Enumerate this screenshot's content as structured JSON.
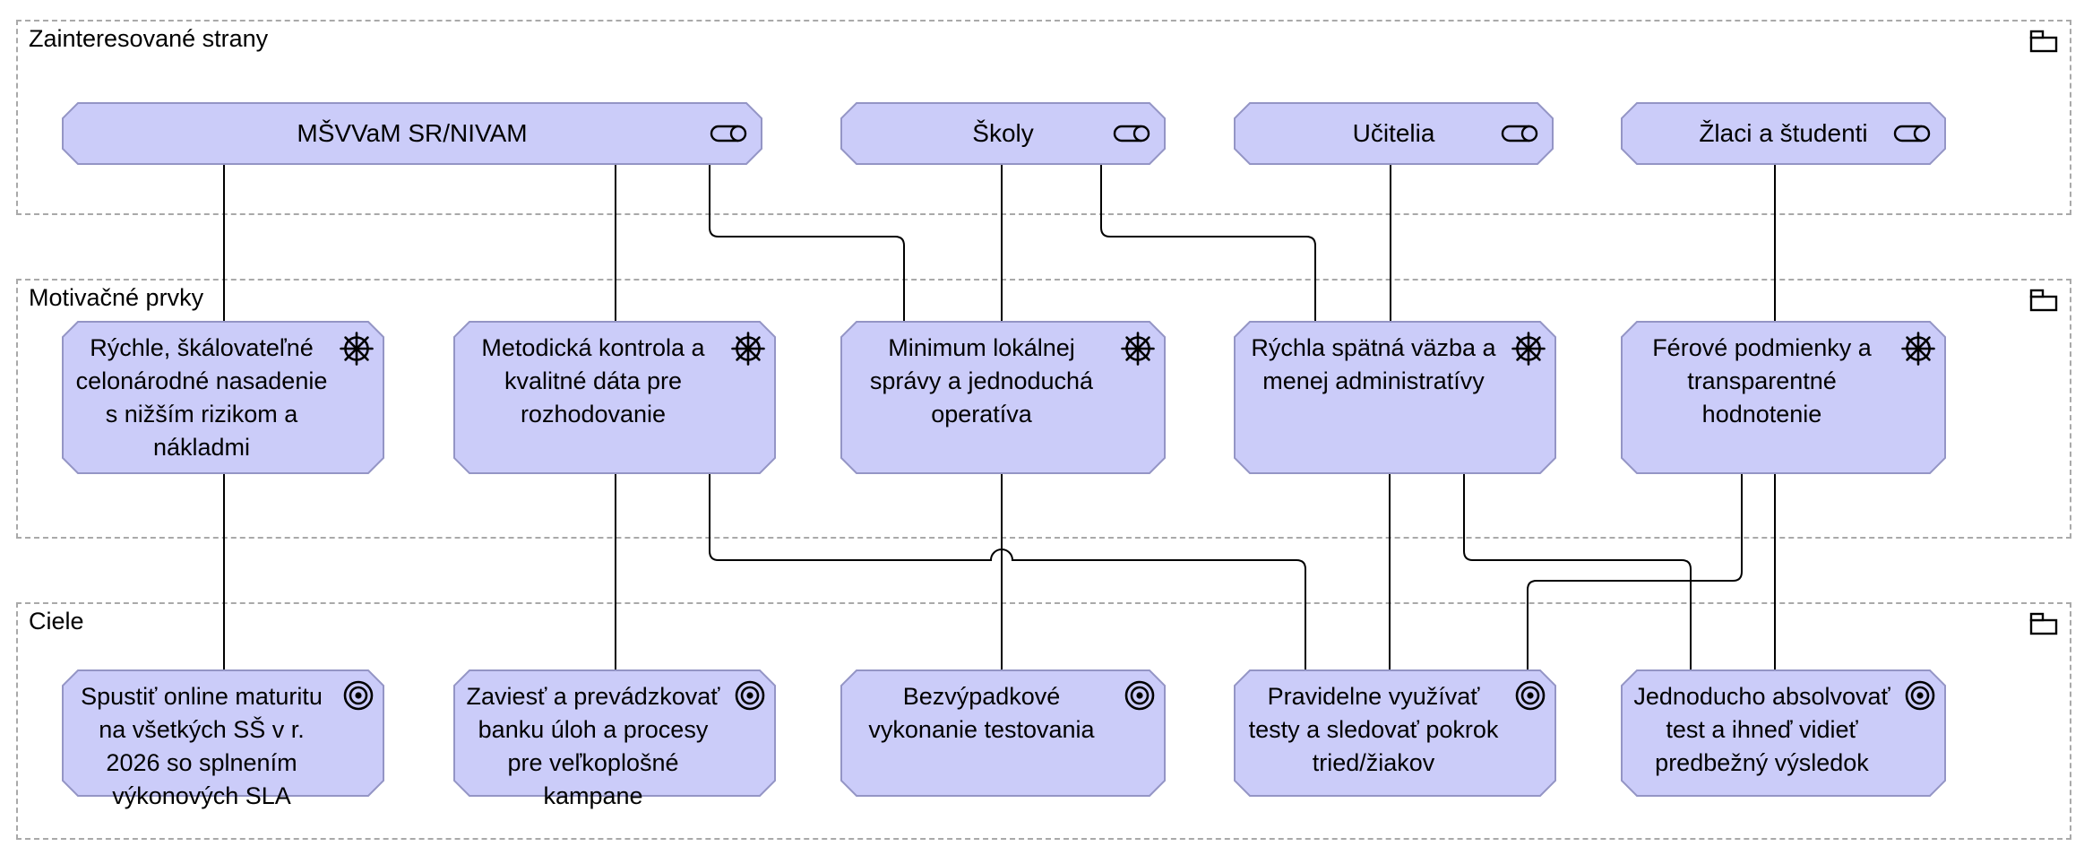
{
  "diagram_type": "ArchiMate motivation view",
  "groups": [
    {
      "id": "stakeholders",
      "title": "Zainteresované strany"
    },
    {
      "id": "drivers",
      "title": "Motivačné prvky"
    },
    {
      "id": "goals",
      "title": "Ciele"
    }
  ],
  "stakeholders": [
    {
      "label": "MŠVVaM SR/NIVAM"
    },
    {
      "label": "Školy"
    },
    {
      "label": "Učitelia"
    },
    {
      "label": "Žlaci a študenti"
    }
  ],
  "drivers": [
    {
      "label": "Rýchle, škálovateľné celonárodné nasadenie s nižším rizikom a nákladmi"
    },
    {
      "label": "Metodická kontrola a kvalitné dáta pre rozhodovanie"
    },
    {
      "label": "Minimum lokálnej správy a jednoduchá operatíva"
    },
    {
      "label": "Rýchla spätná väzba a menej administratívy"
    },
    {
      "label": "Férové podmienky a transparentné hodnotenie"
    }
  ],
  "goals": [
    {
      "label": "Spustiť online maturitu na všetkých SŠ v r. 2026 so splnením výkonových SLA"
    },
    {
      "label": "Zaviesť a prevádzkovať banku úloh a procesy pre veľkoplošné kampane"
    },
    {
      "label": "Bezvýpadkové vykonanie testovania"
    },
    {
      "label": "Pravidelne využívať testy a sledovať pokrok tried/žiakov"
    },
    {
      "label": "Jednoducho absolvovať test a ihneď vidieť predbežný výsledok"
    }
  ],
  "connections": [
    {
      "from": "MŠVVaM SR/NIVAM",
      "to": "Rýchle, škálovateľné celonárodné nasadenie s nižším rizikom a nákladmi"
    },
    {
      "from": "MŠVVaM SR/NIVAM",
      "to": "Metodická kontrola a kvalitné dáta pre rozhodovanie"
    },
    {
      "from": "MŠVVaM SR/NIVAM",
      "to": "Minimum lokálnej správy a jednoduchá operatíva"
    },
    {
      "from": "Školy",
      "to": "Minimum lokálnej správy a jednoduchá operatíva"
    },
    {
      "from": "Školy",
      "to": "Rýchla spätná väzba a menej administratívy"
    },
    {
      "from": "Učitelia",
      "to": "Rýchla spätná väzba a menej administratívy"
    },
    {
      "from": "Žlaci a študenti",
      "to": "Férové podmienky a transparentné hodnotenie"
    },
    {
      "from": "Rýchle, škálovateľné celonárodné nasadenie s nižším rizikom a nákladmi",
      "to": "Spustiť online maturitu na všetkých SŠ v r. 2026 so splnením výkonových SLA"
    },
    {
      "from": "Metodická kontrola a kvalitné dáta pre rozhodovanie",
      "to": "Zaviesť a prevádzkovať banku úloh a procesy pre veľkoplošné kampane"
    },
    {
      "from": "Metodická kontrola a kvalitné dáta pre rozhodovanie",
      "to": "Pravidelne využívať testy a sledovať pokrok tried/žiakov"
    },
    {
      "from": "Minimum lokálnej správy a jednoduchá operatíva",
      "to": "Bezvýpadkové vykonanie testovania"
    },
    {
      "from": "Rýchla spätná väzba a menej administratívy",
      "to": "Pravidelne využívať testy a sledovať pokrok tried/žiakov"
    },
    {
      "from": "Rýchla spätná väzba a menej administratívy",
      "to": "Jednoducho absolvovať test a ihneď vidieť predbežný výsledok"
    },
    {
      "from": "Férové podmienky a transparentné hodnotenie",
      "to": "Pravidelne využívať testy a sledovať pokrok tried/žiakov"
    },
    {
      "from": "Férové podmienky a transparentné hodnotenie",
      "to": "Jednoducho absolvovať test a ihneď vidieť predbežný výsledok"
    }
  ],
  "colors": {
    "node_fill": "#cbccf9",
    "node_border": "#9495c5",
    "group_border": "#a9a9a9",
    "connector": "#000000"
  }
}
